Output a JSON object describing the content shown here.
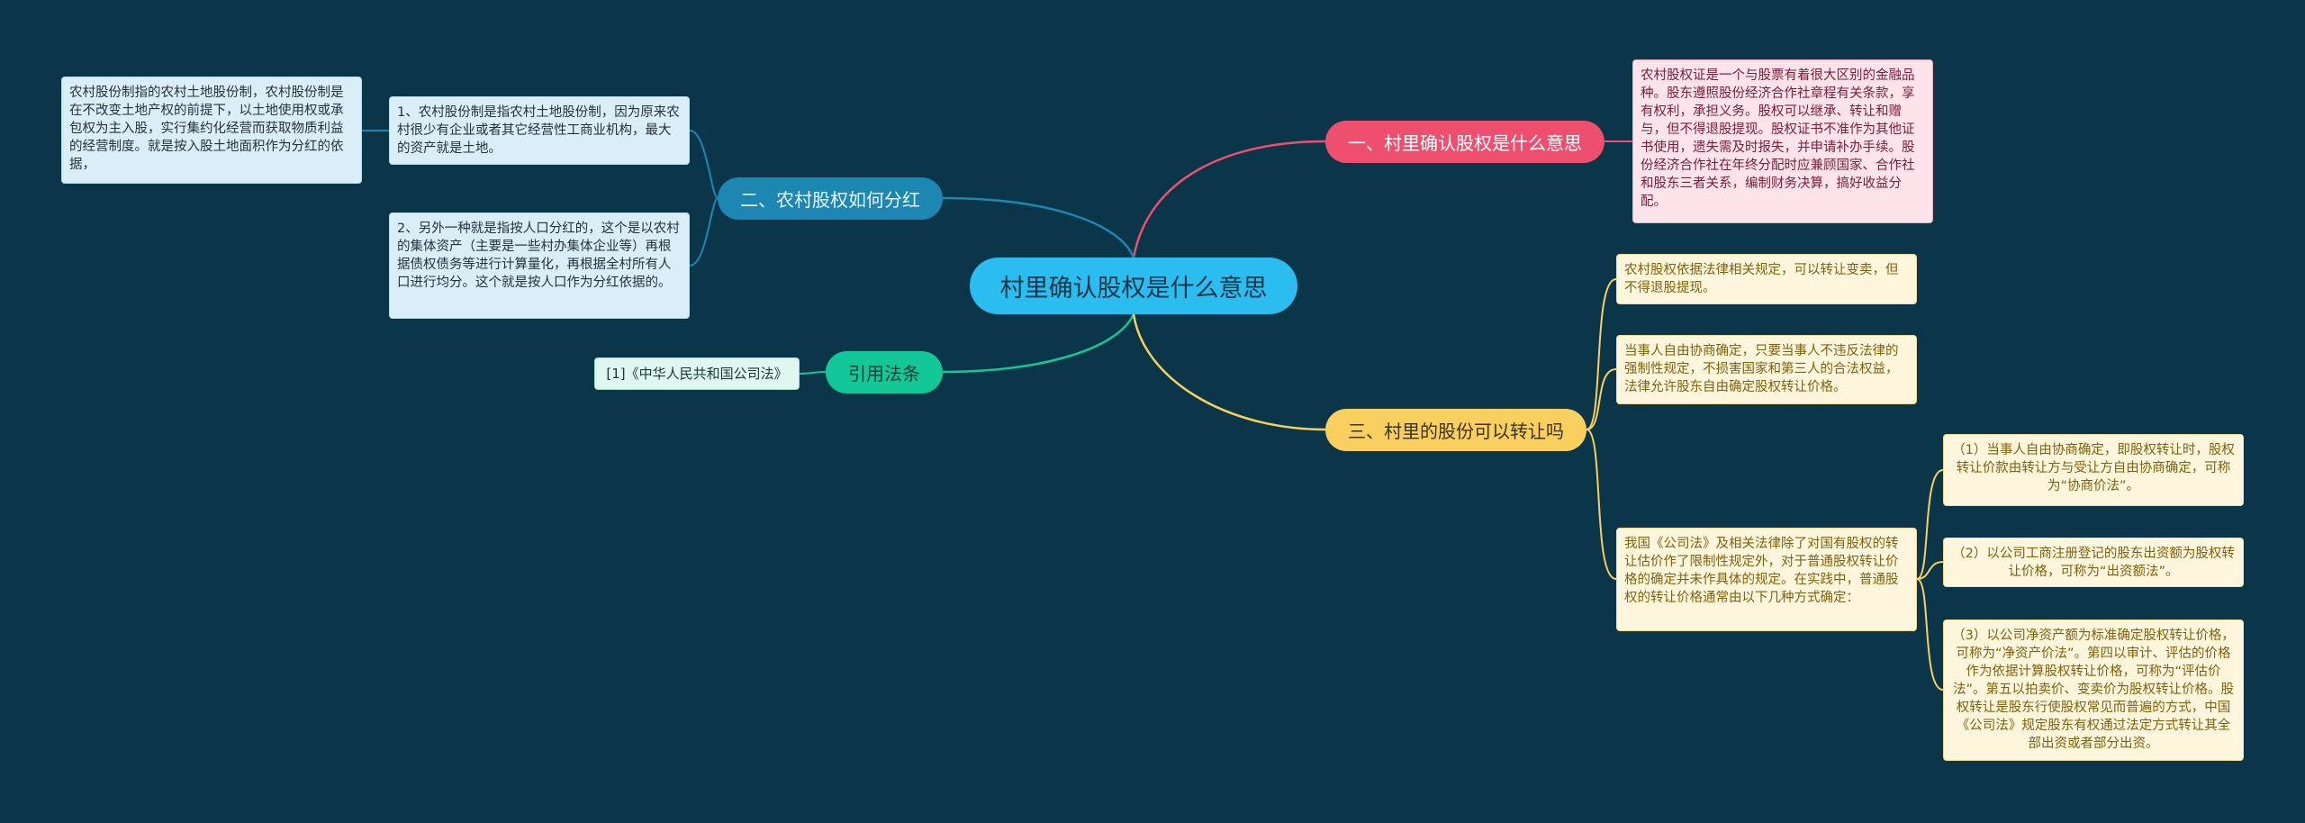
{
  "central": "村里确认股权是什么意思",
  "branches": {
    "b1": "一、村里确认股权是什么意思",
    "b2": "二、农村股权如何分红",
    "b3": "引用法条",
    "b4": "三、村里的股份可以转让吗"
  },
  "leaves": {
    "l1": "农村股权证是一个与股票有着很大区别的金融品种。股东遵照股份经济合作社章程有关条款，享有权利，承担义务。股权可以继承、转让和赠与，但不得退股提现。股权证书不准作为其他证书使用，遗失需及时报失，并申请补办手续。股份经济合作社在年终分配时应兼顾国家、合作社和股东三者关系，编制财务决算，搞好收益分配。",
    "l2a": "1、农村股份制是指农村土地股份制，因为原来农村很少有企业或者其它经营性工商业机构，最大的资产就是土地。",
    "l2b": "2、另外一种就是指按人口分红的，这个是以农村的集体资产（主要是一些村办集体企业等）再根据债权债务等进行计算量化，再根据全村所有人口进行均分。这个就是按人口作为分红依据的。",
    "l2c": "农村股份制指的农村土地股份制，农村股份制是在不改变土地产权的前提下，以土地使用权或承包权为主入股，实行集约化经营而获取物质利益的经营制度。就是按入股土地面积作为分红的依据，",
    "l3": "[1]《中华人民共和国公司法》",
    "l4a": "农村股权依据法律相关规定，可以转让变卖，但不得退股提现。",
    "l4b": "当事人自由协商确定，只要当事人不违反法律的强制性规定，不损害国家和第三人的合法权益，法律允许股东自由确定股权转让价格。",
    "l4c": "我国《公司法》及相关法律除了对国有股权的转让估价作了限制性规定外，对于普通股权转让价格的确定并未作具体的规定。在实践中，普通股权的转让价格通常由以下几种方式确定：",
    "l4d": "（1）当事人自由协商确定，即股权转让时，股权转让价款由转让方与受让方自由协商确定，可称为“协商价法”。",
    "l4e": "（2）以公司工商注册登记的股东出资额为股权转让价格，可称为“出资额法”。",
    "l4f": "（3）以公司净资产额为标准确定股权转让价格，可称为“净资产价法”。第四以审计、评估的价格作为依据计算股权转让价格，可称为“评估价法”。第五以拍卖价、变卖价为股权转让价格。股权转让是股东行使股权常见而普遍的方式，中国《公司法》规定股东有权通过法定方式转让其全部出资或者部分出资。"
  },
  "colors": {
    "background": "#0b3649",
    "central": "#2cbdf0",
    "branch1": "#ef4f6e",
    "branch2": "#1e86b2",
    "branch3": "#13c798",
    "branch4": "#f9cf5f"
  }
}
